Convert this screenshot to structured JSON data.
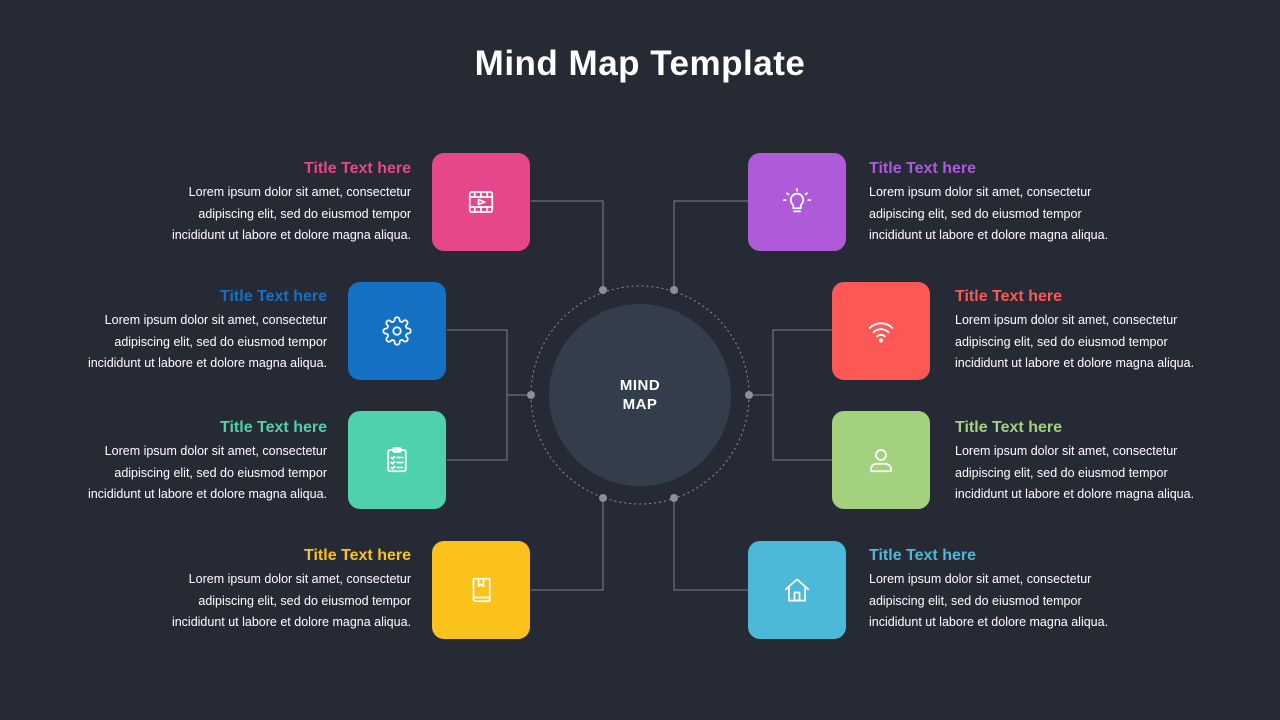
{
  "title": "Mind Map Template",
  "center": {
    "line1": "MIND",
    "line2": "MAP"
  },
  "colors": {
    "background": "#252a35",
    "center": "#343d4c",
    "connector": "#8a909a"
  },
  "nodes": [
    {
      "title": "Title Text here",
      "color": "#e8468a",
      "icon": "film-icon",
      "body": [
        "Lorem ipsum dolor sit amet, consectetur",
        "adipiscing elit, sed do eiusmod tempor",
        "incididunt ut labore et dolore magna aliqua."
      ]
    },
    {
      "title": "Title Text here",
      "color": "#1471c4",
      "icon": "gear-icon",
      "body": [
        "Lorem ipsum dolor sit amet, consectetur",
        "adipiscing elit, sed do eiusmod tempor",
        "incididunt ut labore et dolore magna aliqua."
      ]
    },
    {
      "title": "Title Text here",
      "color": "#4fd1ae",
      "icon": "clipboard-icon",
      "body": [
        "Lorem ipsum dolor sit amet, consectetur",
        "adipiscing elit, sed do eiusmod tempor",
        "incididunt ut labore et dolore magna aliqua."
      ]
    },
    {
      "title": "Title Text here",
      "color": "#fbc21b",
      "icon": "book-icon",
      "body": [
        "Lorem ipsum dolor sit amet, consectetur",
        "adipiscing elit, sed do eiusmod tempor",
        "incididunt ut labore et dolore magna aliqua."
      ]
    },
    {
      "title": "Title Text here",
      "color": "#ae5ad9",
      "icon": "lightbulb-icon",
      "body": [
        "Lorem ipsum dolor sit amet, consectetur",
        "adipiscing elit, sed do eiusmod tempor",
        "incididunt ut labore et dolore magna aliqua."
      ]
    },
    {
      "title": "Title Text here",
      "color": "#fc5856",
      "icon": "wifi-icon",
      "body": [
        "Lorem ipsum dolor sit amet, consectetur",
        "adipiscing elit, sed do eiusmod tempor",
        "incididunt ut labore et dolore magna aliqua."
      ]
    },
    {
      "title": "Title Text here",
      "color": "#a3d17e",
      "icon": "user-icon",
      "body": [
        "Lorem ipsum dolor sit amet, consectetur",
        "adipiscing elit, sed do eiusmod tempor",
        "incididunt ut labore et dolore magna aliqua."
      ]
    },
    {
      "title": "Title Text here",
      "color": "#4db9d8",
      "icon": "home-icon",
      "body": [
        "Lorem ipsum dolor sit amet, consectetur",
        "adipiscing elit, sed do eiusmod tempor",
        "incididunt ut labore et dolore magna aliqua."
      ]
    }
  ]
}
